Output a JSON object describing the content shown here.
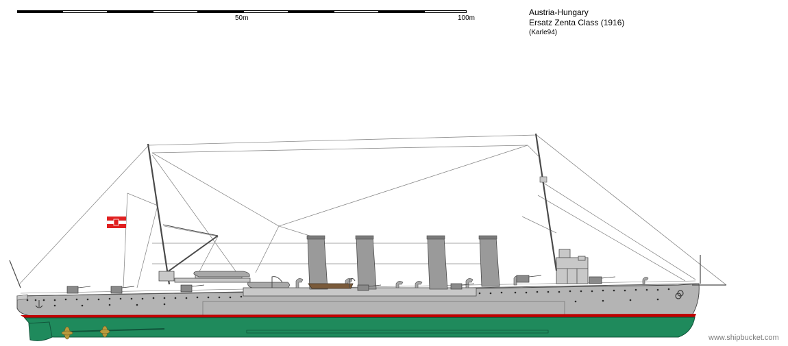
{
  "scale": {
    "label_mid": "50m",
    "label_end": "100m"
  },
  "title": {
    "country": "Austria-Hungary",
    "ship_class": "Ersatz Zenta Class (1916)",
    "author": "(Karle94)"
  },
  "watermark": "www.shipbucket.com",
  "colors": {
    "hull_gray": "#b4b4b4",
    "superstructure_gray": "#c8c8c8",
    "hull_outline": "#4a4a4a",
    "boot_topping": "#c00000",
    "underwater_green": "#1f8a5c",
    "bronze": "#b89a3c",
    "flag_red": "#e02020",
    "flag_white": "#ffffff"
  },
  "icons": {
    "flag": "austro-hungarian-naval-ensign-icon",
    "anchor": "anchor-icon",
    "propeller": "propeller-icon"
  }
}
